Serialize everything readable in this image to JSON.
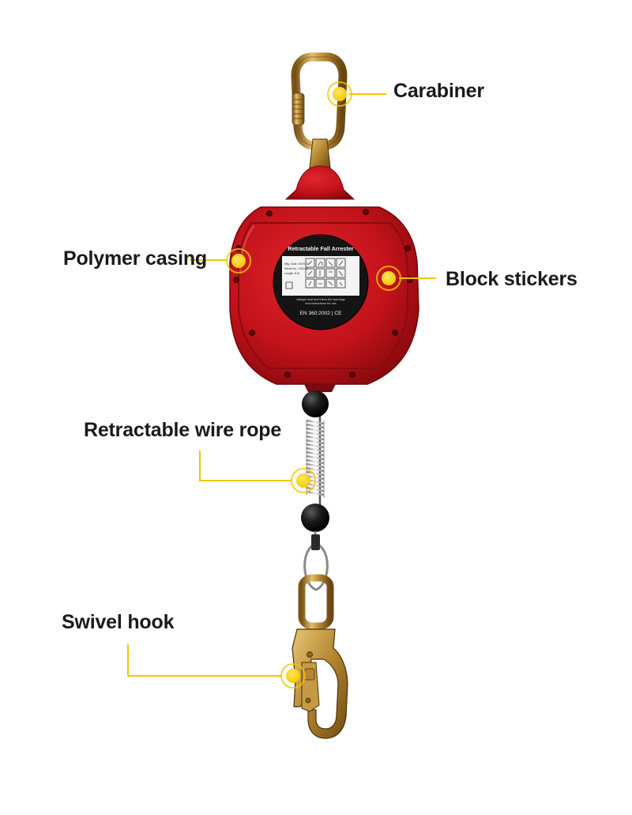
{
  "callouts": {
    "carabiner": "Carabiner",
    "polymer_casing": "Polymer casing",
    "block_stickers": "Block stickers",
    "retractable_wire_rope": "Retractable wire rope",
    "swivel_hook": "Swivel hook"
  },
  "sticker": {
    "title": "Retractable Fall Arrester",
    "info_lines": [
      "Mfg. Date: 2019.03",
      "Serial No.: 191108",
      "Length: 6 M"
    ],
    "note_line_1": "Always read and follow the warnings",
    "note_line_2": "and instructions for use",
    "standard": "EN 360:2002 | CE"
  },
  "colors": {
    "casing_red": "#c8141c",
    "casing_dark": "#8e0b10",
    "marker_yellow": "#f7d20f",
    "leader_yellow": "#f2c600",
    "metal_gold": "#c9a040",
    "label_text": "#1a1a1a"
  }
}
